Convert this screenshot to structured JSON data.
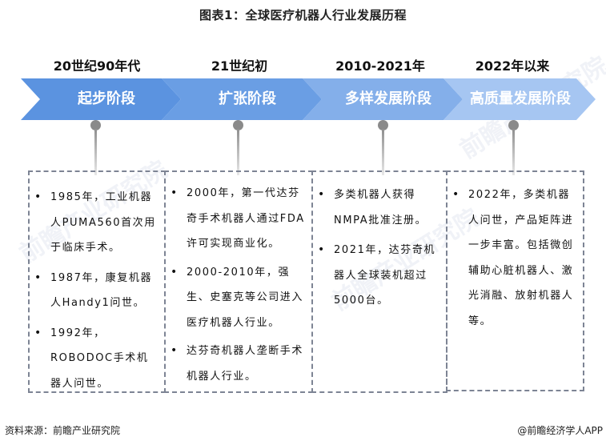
{
  "title": "图表1：全球医疗机器人行业发展历程",
  "stages": [
    {
      "period": "20世纪90年代",
      "label": "起步阶段",
      "color": "#5b93e0",
      "items": [
        "1985年，工业机器人PUMA560首次用于临床手术。",
        "1987年，康复机器人Handy1问世。",
        "1992年，ROBODOC手术机器人问世。"
      ]
    },
    {
      "period": "21世纪初",
      "label": "扩张阶段",
      "color": "#6a9ee4",
      "items": [
        "2000年，第一代达芬奇手术机器人通过FDA许可实现商业化。",
        "2000-2010年，强生、史塞克等公司进入医疗机器人行业。",
        "达芬奇机器人垄断手术机器人行业。"
      ]
    },
    {
      "period": "2010-2021年",
      "label": "多样发展阶段",
      "color": "#82aeea",
      "items": [
        "多类机器人获得NMPA批准注册。",
        "2021年，达芬奇机器人全球装机超过5000台。"
      ]
    },
    {
      "period": "2022年以来",
      "label": "高质量发展阶段",
      "color": "#a4c4f1",
      "items": [
        "2022年，多类机器人问世，产品矩阵进一步丰富。包括微创辅助心脏机器人、激光消融、放射机器人等。"
      ]
    }
  ],
  "footer": {
    "source": "资料来源：前瞻产业研究院",
    "credit": "@前瞻经济学人APP"
  },
  "watermark": "前瞻产业研究院"
}
